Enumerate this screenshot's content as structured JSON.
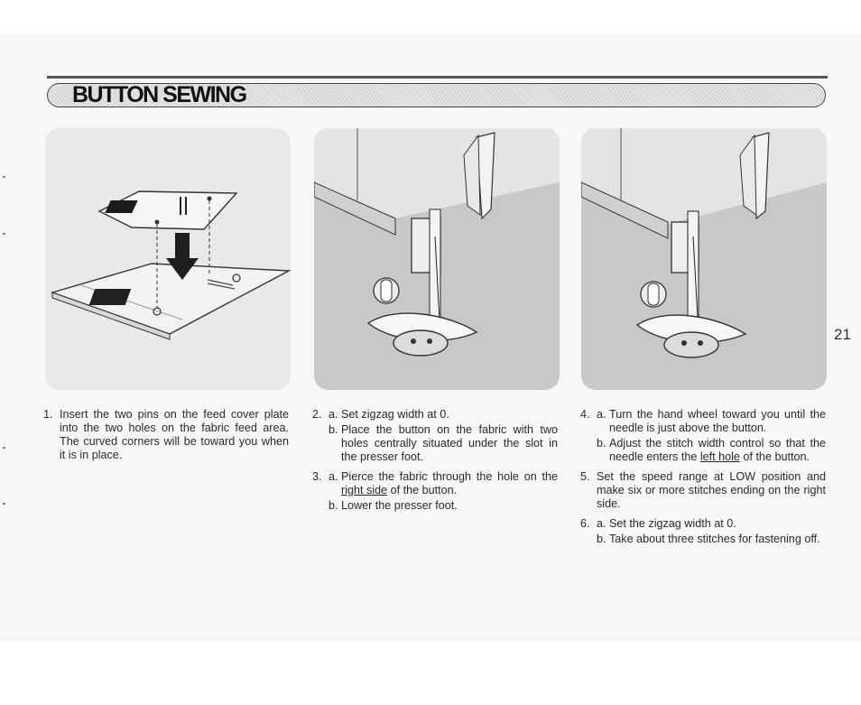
{
  "header": {
    "title": "BUTTON SEWING"
  },
  "page_number": "21",
  "instructions": {
    "col1": [
      {
        "num": "1.",
        "text": "Insert the two pins on the feed cover plate into the two holes on the fabric feed area. The curved corners will be toward you when it is in place."
      }
    ],
    "col2": {
      "step2a_num": "2.",
      "step2a_sub": "a.",
      "step2a_text": "Set zigzag width at 0.",
      "step2b_sub": "b.",
      "step2b_text": "Place the button on the fabric with two holes centrally situated under the slot in the presser foot.",
      "step3a_num": "3.",
      "step3a_sub": "a.",
      "step3a_pre": "Pierce the fabric through the hole on the ",
      "step3a_underlined": "right side",
      "step3a_post": " of the button.",
      "step3b_sub": "b.",
      "step3b_text": "Lower the presser foot."
    },
    "col3": {
      "step4a_num": "4.",
      "step4a_sub": "a.",
      "step4a_text": "Turn the hand wheel toward you until the needle is just above the button.",
      "step4b_sub": "b.",
      "step4b_pre": "Adjust the stitch width control so that the needle enters the ",
      "step4b_underlined": "left hole",
      "step4b_post": " of the button.",
      "step5_num": "5.",
      "step5_text": "Set the speed range at LOW position and make six or more stitches ending on the right side.",
      "step6a_num": "6.",
      "step6a_sub": "a.",
      "step6a_text": "Set the zigzag width at 0.",
      "step6b_sub": "b.",
      "step6b_text": "Take about three stitches for fastening off."
    }
  }
}
